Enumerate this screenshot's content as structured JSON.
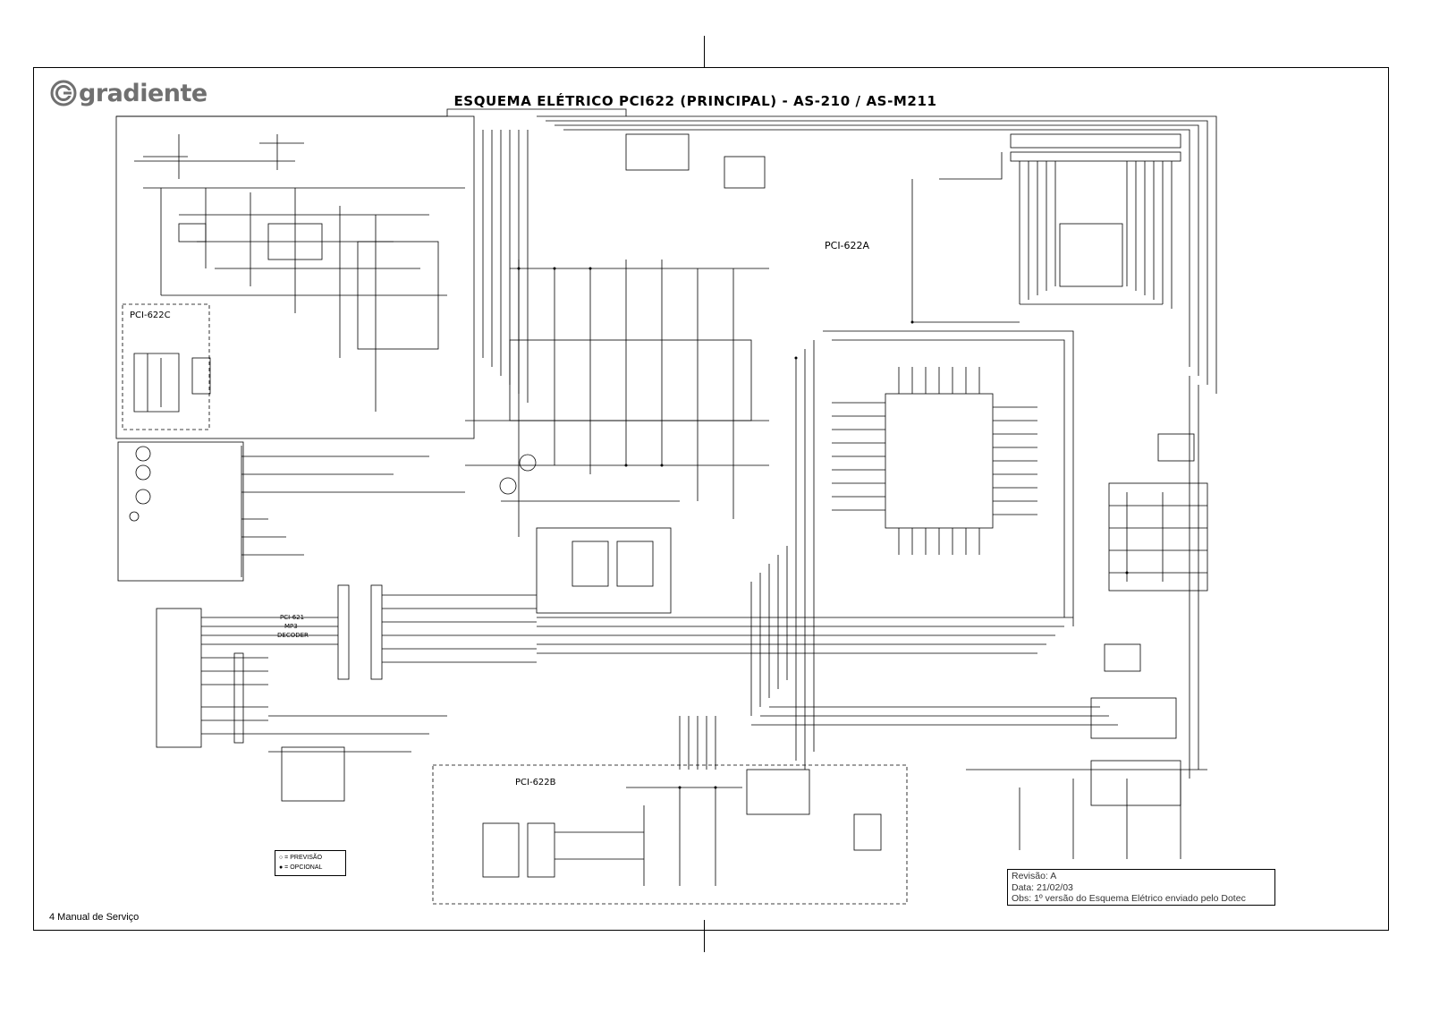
{
  "header": {
    "logo_text": "gradiente",
    "title": "ESQUEMA ELÉTRICO PCI622 (PRINCIPAL) - AS-210 / AS-M211"
  },
  "boards": {
    "pci622a": "PCI-622A",
    "pci622b": "PCI-622B",
    "pci622c": "PCI-622C",
    "pci621": "PCI-621",
    "pci621_sub1": "MP3",
    "pci621_sub2": "DECODER"
  },
  "legend": {
    "line1": "PREVISÃO",
    "line2": "OPCIONAL"
  },
  "revision": {
    "line1": "Revisão: A",
    "line2": "Data: 21/02/03",
    "line3": "Obs: 1º versão do Esquema Elétrico enviado pelo Dotec"
  },
  "footer": {
    "page": "4 Manual de Serviço"
  },
  "colors": {
    "ink": "#000000",
    "logo_gray": "#707070"
  }
}
